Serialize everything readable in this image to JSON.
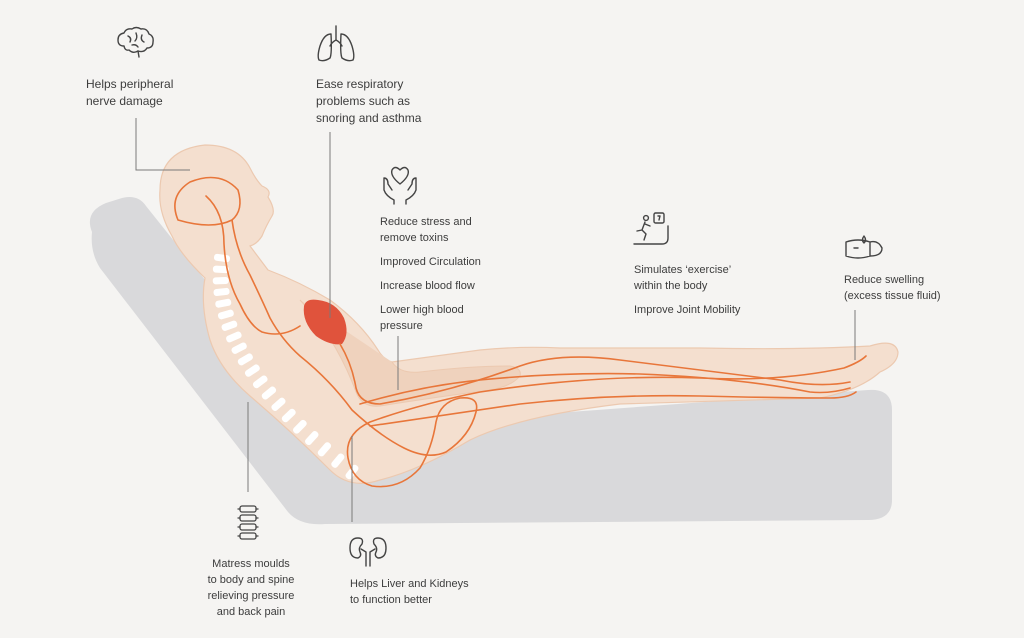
{
  "labels": {
    "nerve": [
      "Helps peripheral",
      "nerve damage"
    ],
    "respiratory": [
      "Ease respiratory",
      "problems such as",
      "snoring and asthma"
    ],
    "stress": [
      "Reduce stress and",
      "remove toxins"
    ],
    "circulation": [
      "Improved Circulation"
    ],
    "blood_flow": [
      "Increase blood flow"
    ],
    "blood_pressure": [
      "Lower high blood",
      "pressure"
    ],
    "exercise": [
      "Simulates ‘exercise’",
      "within the body"
    ],
    "joint": [
      "Improve Joint Mobility"
    ],
    "swelling": [
      "Reduce swelling",
      "(excess tissue fluid)"
    ],
    "mattress": [
      "Matress moulds",
      "to body and spine",
      "relieving pressure",
      "and back pain"
    ],
    "liver": [
      "Helps Liver and Kidneys",
      "to function better"
    ]
  },
  "icons": {
    "nerve": "brain-icon",
    "respiratory": "lungs-icon",
    "stress": "heart-in-hands-icon",
    "exercise": "treadmill-runner-icon",
    "swelling": "swollen-limb-icon",
    "mattress": "spine-icon",
    "liver": "kidneys-icon"
  },
  "colors": {
    "background": "#f5f4f2",
    "mattress": "#d9d9db",
    "body": "#f4dfcf",
    "body_outline": "#ecc9b0",
    "vessels": "#e8763a",
    "heart": "#e0533c",
    "spine": "#ffffff",
    "text": "#3d3d3d",
    "leader_lines": "#7a7a7a"
  }
}
